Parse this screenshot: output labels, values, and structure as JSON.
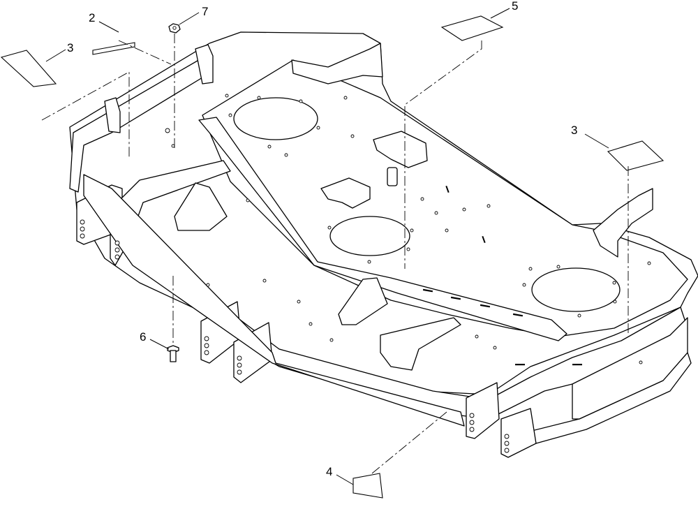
{
  "callouts": [
    {
      "id": "2",
      "label": "2"
    },
    {
      "id": "3a",
      "label": "3"
    },
    {
      "id": "3b",
      "label": "3"
    },
    {
      "id": "4",
      "label": "4"
    },
    {
      "id": "5",
      "label": "5"
    },
    {
      "id": "6",
      "label": "6"
    },
    {
      "id": "7",
      "label": "7"
    }
  ]
}
